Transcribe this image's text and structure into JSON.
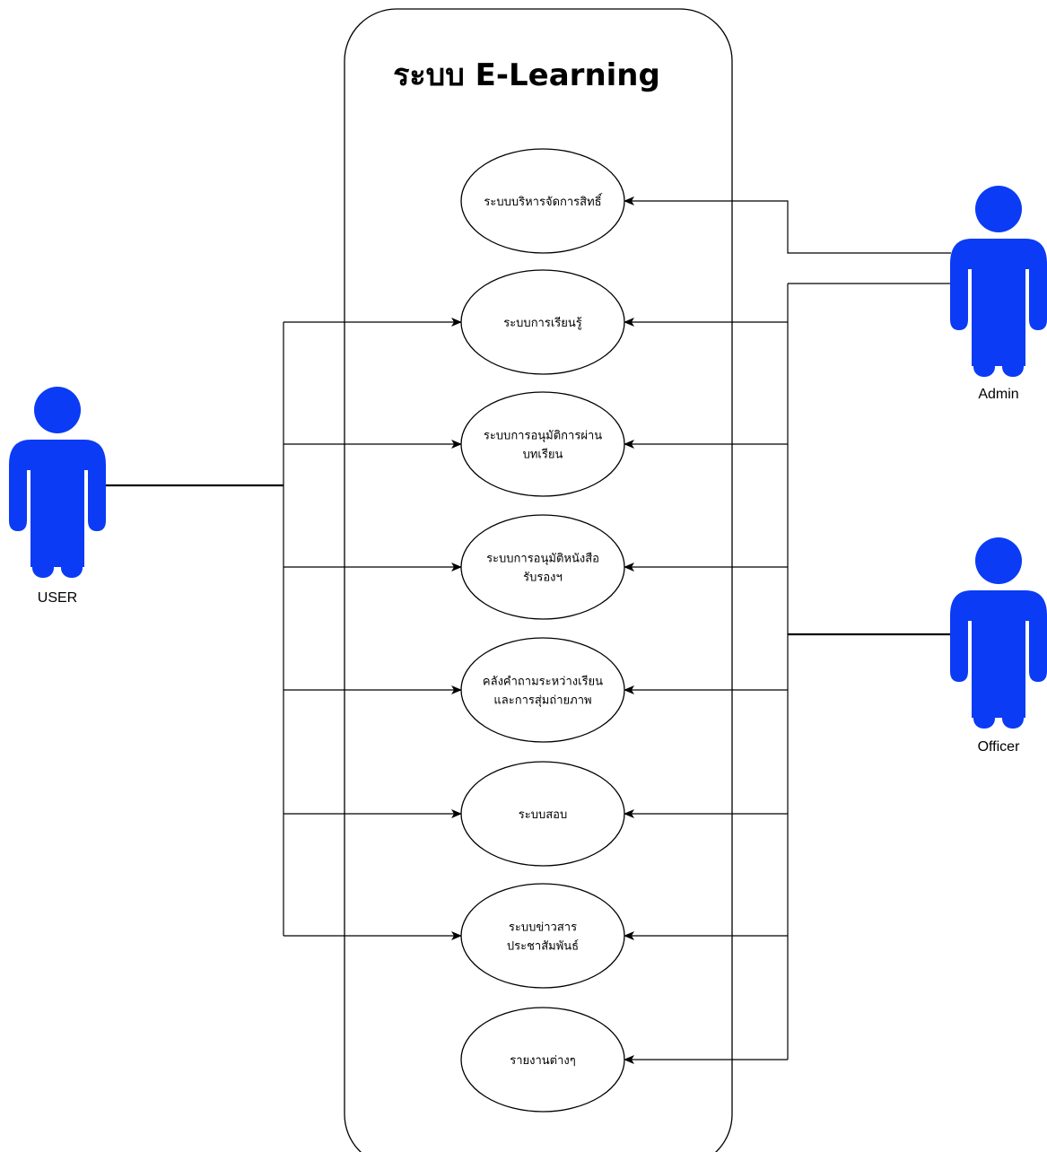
{
  "system": {
    "title": "ระบบ E-Learning"
  },
  "colors": {
    "actor_fill": "#0b3bf5",
    "line": "#000000",
    "background": "#ffffff"
  },
  "actors": {
    "user": {
      "label": "USER",
      "icon": "person-icon"
    },
    "admin": {
      "label": "Admin",
      "icon": "person-icon"
    },
    "officer": {
      "label": "Officer",
      "icon": "person-icon"
    }
  },
  "use_cases": [
    {
      "lines": [
        "ระบบบริหารจัดการสิทธิ์"
      ]
    },
    {
      "lines": [
        "ระบบการเรียนรู้"
      ]
    },
    {
      "lines": [
        "ระบบการอนุมัติการผ่าน",
        "บทเรียน"
      ]
    },
    {
      "lines": [
        "ระบบการอนุมัติหนังสือ",
        "รับรองฯ"
      ]
    },
    {
      "lines": [
        "คลังคำถามระหว่างเรียน",
        "และการสุ่มถ่ายภาพ"
      ]
    },
    {
      "lines": [
        "ระบบสอบ"
      ]
    },
    {
      "lines": [
        "ระบบข่าวสาร",
        "ประชาสัมพันธ์"
      ]
    },
    {
      "lines": [
        "รายงานต่างๆ"
      ]
    }
  ]
}
